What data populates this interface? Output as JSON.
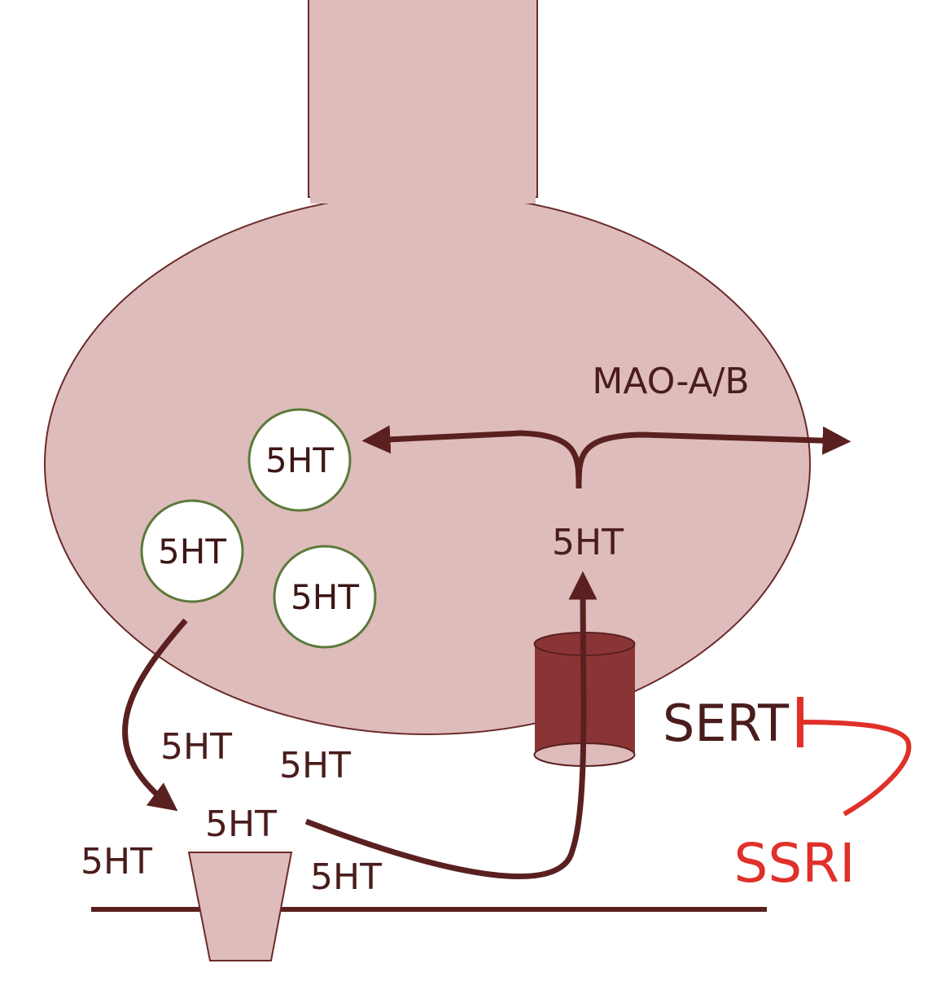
{
  "labels": {
    "enzyme": "MAO-A/B",
    "transporter": "SERT",
    "drug": "SSRI",
    "vesicle_1": "5HT",
    "vesicle_2": "5HT",
    "vesicle_3": "5HT",
    "cytosolic_5ht": "5HT",
    "cleft_5ht_1": "5HT",
    "cleft_5ht_2": "5HT",
    "cleft_5ht_3": "5HT",
    "cleft_5ht_4": "5HT",
    "cleft_5ht_5": "5HT"
  },
  "colors": {
    "neuron_fill": "#dfbcbc",
    "outline": "#6b2a2a",
    "arrow": "#5a2020",
    "transporter": "#8a3535",
    "vesicle_border": "#5a7a3a",
    "inhibition": "#e0302a"
  }
}
